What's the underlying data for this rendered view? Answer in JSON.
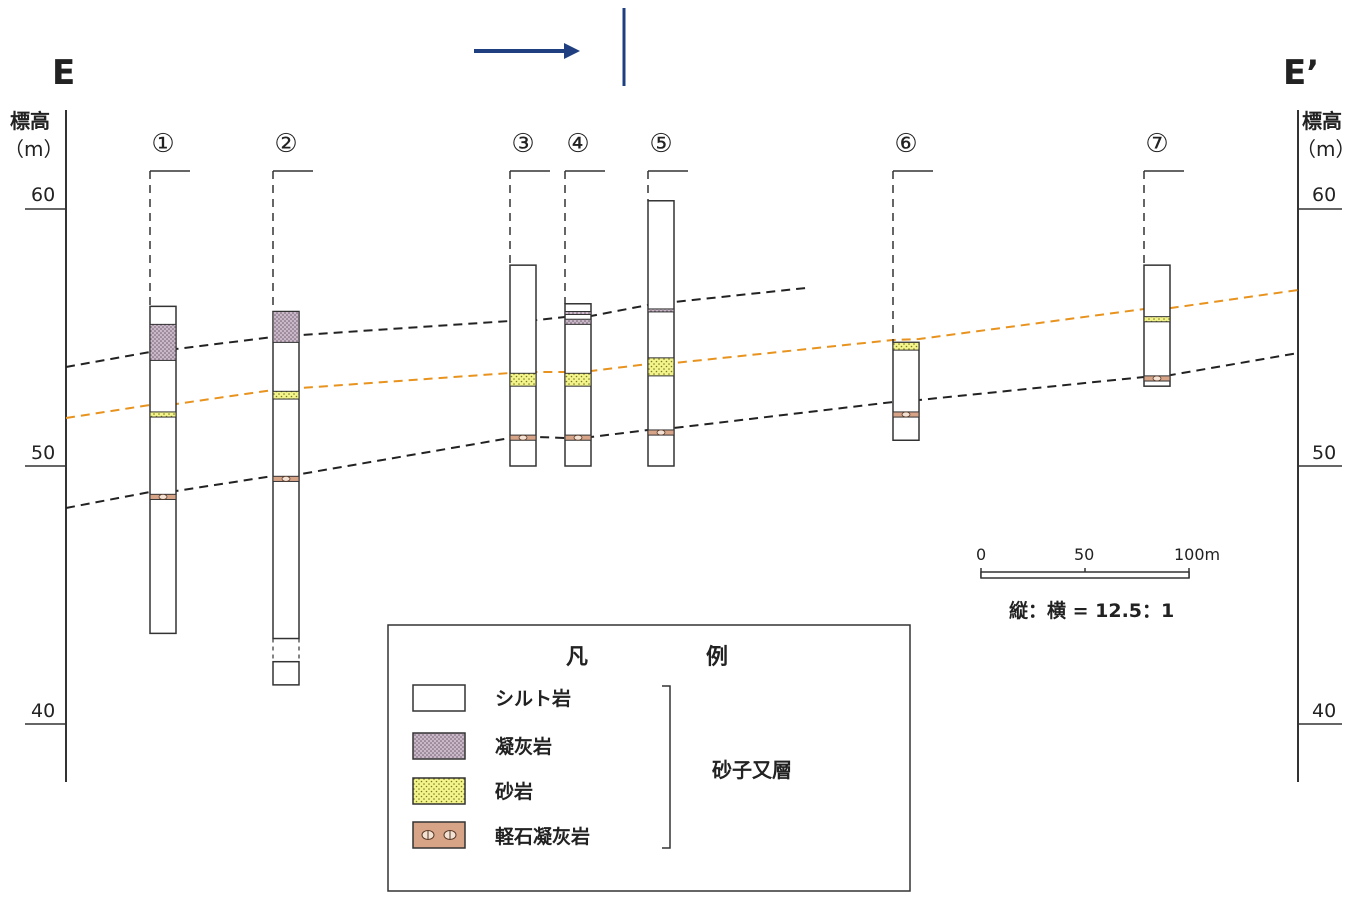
{
  "section": {
    "left_label": "E",
    "right_label": "E’",
    "axis_title_line1": "標高",
    "axis_title_line2": "（m）",
    "elevation_ticks": [
      "60",
      "50",
      "40"
    ]
  },
  "boreholes": [
    {
      "label": "①",
      "top_m": 56.2,
      "bottom_m": 43.5,
      "layers": [
        {
          "type": "tuff",
          "top": 55.5,
          "bottom": 54.1
        },
        {
          "type": "sandstone",
          "top": 52.1,
          "bottom": 51.9
        },
        {
          "type": "pumice_tuff",
          "top": 48.9,
          "bottom": 48.7
        }
      ]
    },
    {
      "label": "②",
      "top_m": 56.0,
      "bottom_m": 41.5,
      "gap": [
        42.4,
        43.3
      ],
      "layers": [
        {
          "type": "tuff",
          "top": 56.0,
          "bottom": 54.8
        },
        {
          "type": "sandstone",
          "top": 52.9,
          "bottom": 52.6
        },
        {
          "type": "pumice_tuff",
          "top": 49.6,
          "bottom": 49.4
        }
      ]
    },
    {
      "label": "③",
      "top_m": 57.8,
      "bottom_m": 50.0,
      "layers": [
        {
          "type": "sandstone",
          "top": 53.6,
          "bottom": 53.1
        },
        {
          "type": "pumice_tuff",
          "top": 51.2,
          "bottom": 51.0
        }
      ]
    },
    {
      "label": "④",
      "top_m": 56.3,
      "bottom_m": 50.0,
      "layers": [
        {
          "type": "tuff",
          "top": 56.0,
          "bottom": 55.9
        },
        {
          "type": "tuff",
          "top": 55.7,
          "bottom": 55.5
        },
        {
          "type": "sandstone",
          "top": 53.6,
          "bottom": 53.1
        },
        {
          "type": "pumice_tuff",
          "top": 51.2,
          "bottom": 51.0
        }
      ]
    },
    {
      "label": "⑤",
      "top_m": 60.3,
      "bottom_m": 50.0,
      "layers": [
        {
          "type": "tuff",
          "top": 56.1,
          "bottom": 56.0
        },
        {
          "type": "sandstone",
          "top": 54.2,
          "bottom": 53.5
        },
        {
          "type": "pumice_tuff",
          "top": 51.4,
          "bottom": 51.2
        }
      ]
    },
    {
      "label": "⑥",
      "top_m": 54.8,
      "bottom_m": 51.0,
      "layers": [
        {
          "type": "sandstone",
          "top": 54.8,
          "bottom": 54.5
        },
        {
          "type": "pumice_tuff",
          "top": 52.1,
          "bottom": 51.9
        }
      ]
    },
    {
      "label": "⑦",
      "top_m": 57.8,
      "bottom_m": 53.1,
      "layers": [
        {
          "type": "sandstone",
          "top": 55.8,
          "bottom": 55.6
        },
        {
          "type": "pumice_tuff",
          "top": 53.5,
          "bottom": 53.3
        }
      ]
    }
  ],
  "scale_bar": {
    "labels": [
      "0",
      "50",
      "100m"
    ],
    "ratio_text": "縦：横 = 12.5：1"
  },
  "legend": {
    "title_left": "凡",
    "title_right": "例",
    "items": [
      {
        "key": "siltstone",
        "label": "シルト岩"
      },
      {
        "key": "tuff",
        "label": "凝灰岩"
      },
      {
        "key": "sandstone",
        "label": "砂岩"
      },
      {
        "key": "pumice_tuff",
        "label": "軽石凝灰岩"
      }
    ],
    "group_label": "砂子又層"
  },
  "colors": {
    "upper_marker_line": "#222222",
    "middle_marker_line": "#e8931e",
    "lower_marker_line": "#222222",
    "arrow": "#1f3f80",
    "tuff": "#8b6f86",
    "sandstone": "#eef07a",
    "pumice_tuff": "#d7a488"
  }
}
